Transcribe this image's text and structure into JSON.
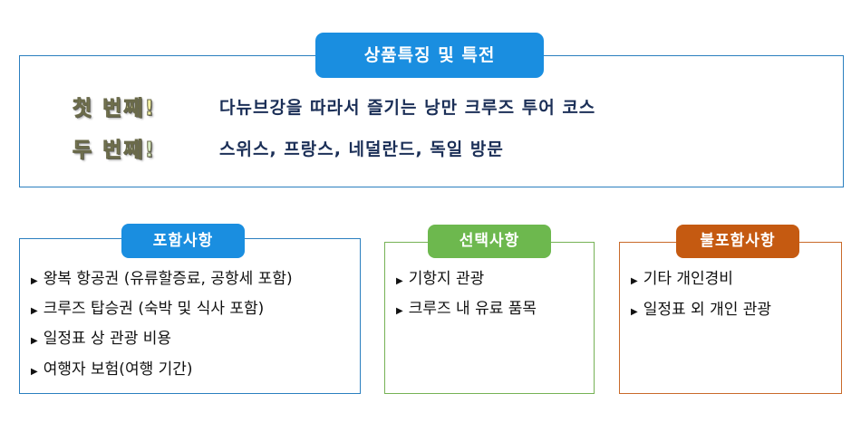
{
  "colors": {
    "blue_accent": "#1a8ee0",
    "green_accent": "#6db84e",
    "orange_accent": "#c55a11",
    "feature_text": "#1b2f57"
  },
  "features": {
    "title": "상품특징 및 특전",
    "rows": [
      {
        "ordinal": "첫 번째!",
        "text": "다뉴브강을 따라서 즐기는 낭만 크루즈 투어 코스"
      },
      {
        "ordinal": "두 번째!",
        "text": "스위스, 프랑스, 네덜란드, 독일 방문"
      }
    ]
  },
  "included": {
    "title": "포함사항",
    "items": [
      "왕복 항공권 (유류할증료, 공항세 포함)",
      "크루즈 탑승권 (숙박 및 식사 포함)",
      "일정표 상 관광 비용",
      "여행자 보험(여행 기간)"
    ]
  },
  "optional": {
    "title": "선택사항",
    "items": [
      "기항지 관광",
      "크루즈 내 유료 품목"
    ]
  },
  "excluded": {
    "title": "불포함사항",
    "items": [
      "기타 개인경비",
      "일정표 외 개인 관광"
    ]
  },
  "icons": {
    "bullet": "triangle-bullet-icon"
  }
}
